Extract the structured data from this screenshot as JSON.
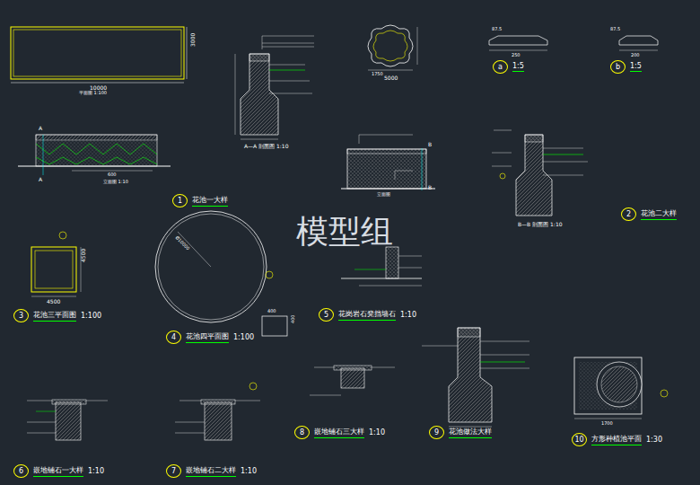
{
  "diagram": {
    "nodes": [
      {
        "text": [
          "1",
          "花池一大样"
        ]
      },
      {
        "text": [
          "a",
          "1:5"
        ]
      },
      {
        "text": [
          "b",
          "1:5"
        ]
      },
      {
        "text": [
          "2",
          "花池二大样"
        ]
      },
      {
        "text": [
          "3",
          "花池三平面图",
          "1:100"
        ]
      },
      {
        "text": [
          "4",
          "花池四平面图",
          "1:100"
        ]
      },
      {
        "text": [
          "5",
          "花岗岩石凳挡墙石",
          "1:10"
        ]
      },
      {
        "text": [
          "6",
          "嵌地铺石一大样",
          "1:10"
        ]
      },
      {
        "text": [
          "7",
          "嵌地铺石二大样",
          "1:10"
        ]
      },
      {
        "text": [
          "8",
          "嵌地铺石三大样",
          "1:10"
        ]
      },
      {
        "text": [
          "9",
          "花池做法大样"
        ]
      },
      {
        "text": [
          "10",
          "方形种植池平面",
          "1:30"
        ]
      }
    ],
    "labels": [
      "10000",
      "3000",
      "平面图 1:100",
      "A",
      "A",
      "600",
      "立面图 1:10",
      "A—A 剖面图 1:10",
      "1750",
      "5000",
      "立面图",
      "B",
      "B",
      "250",
      "87.5",
      "200",
      "87.5",
      "B—B 剖面图 1:10",
      "4500",
      "4500",
      "Ø10000",
      "400",
      "400",
      "模型组",
      "1700"
    ]
  }
}
